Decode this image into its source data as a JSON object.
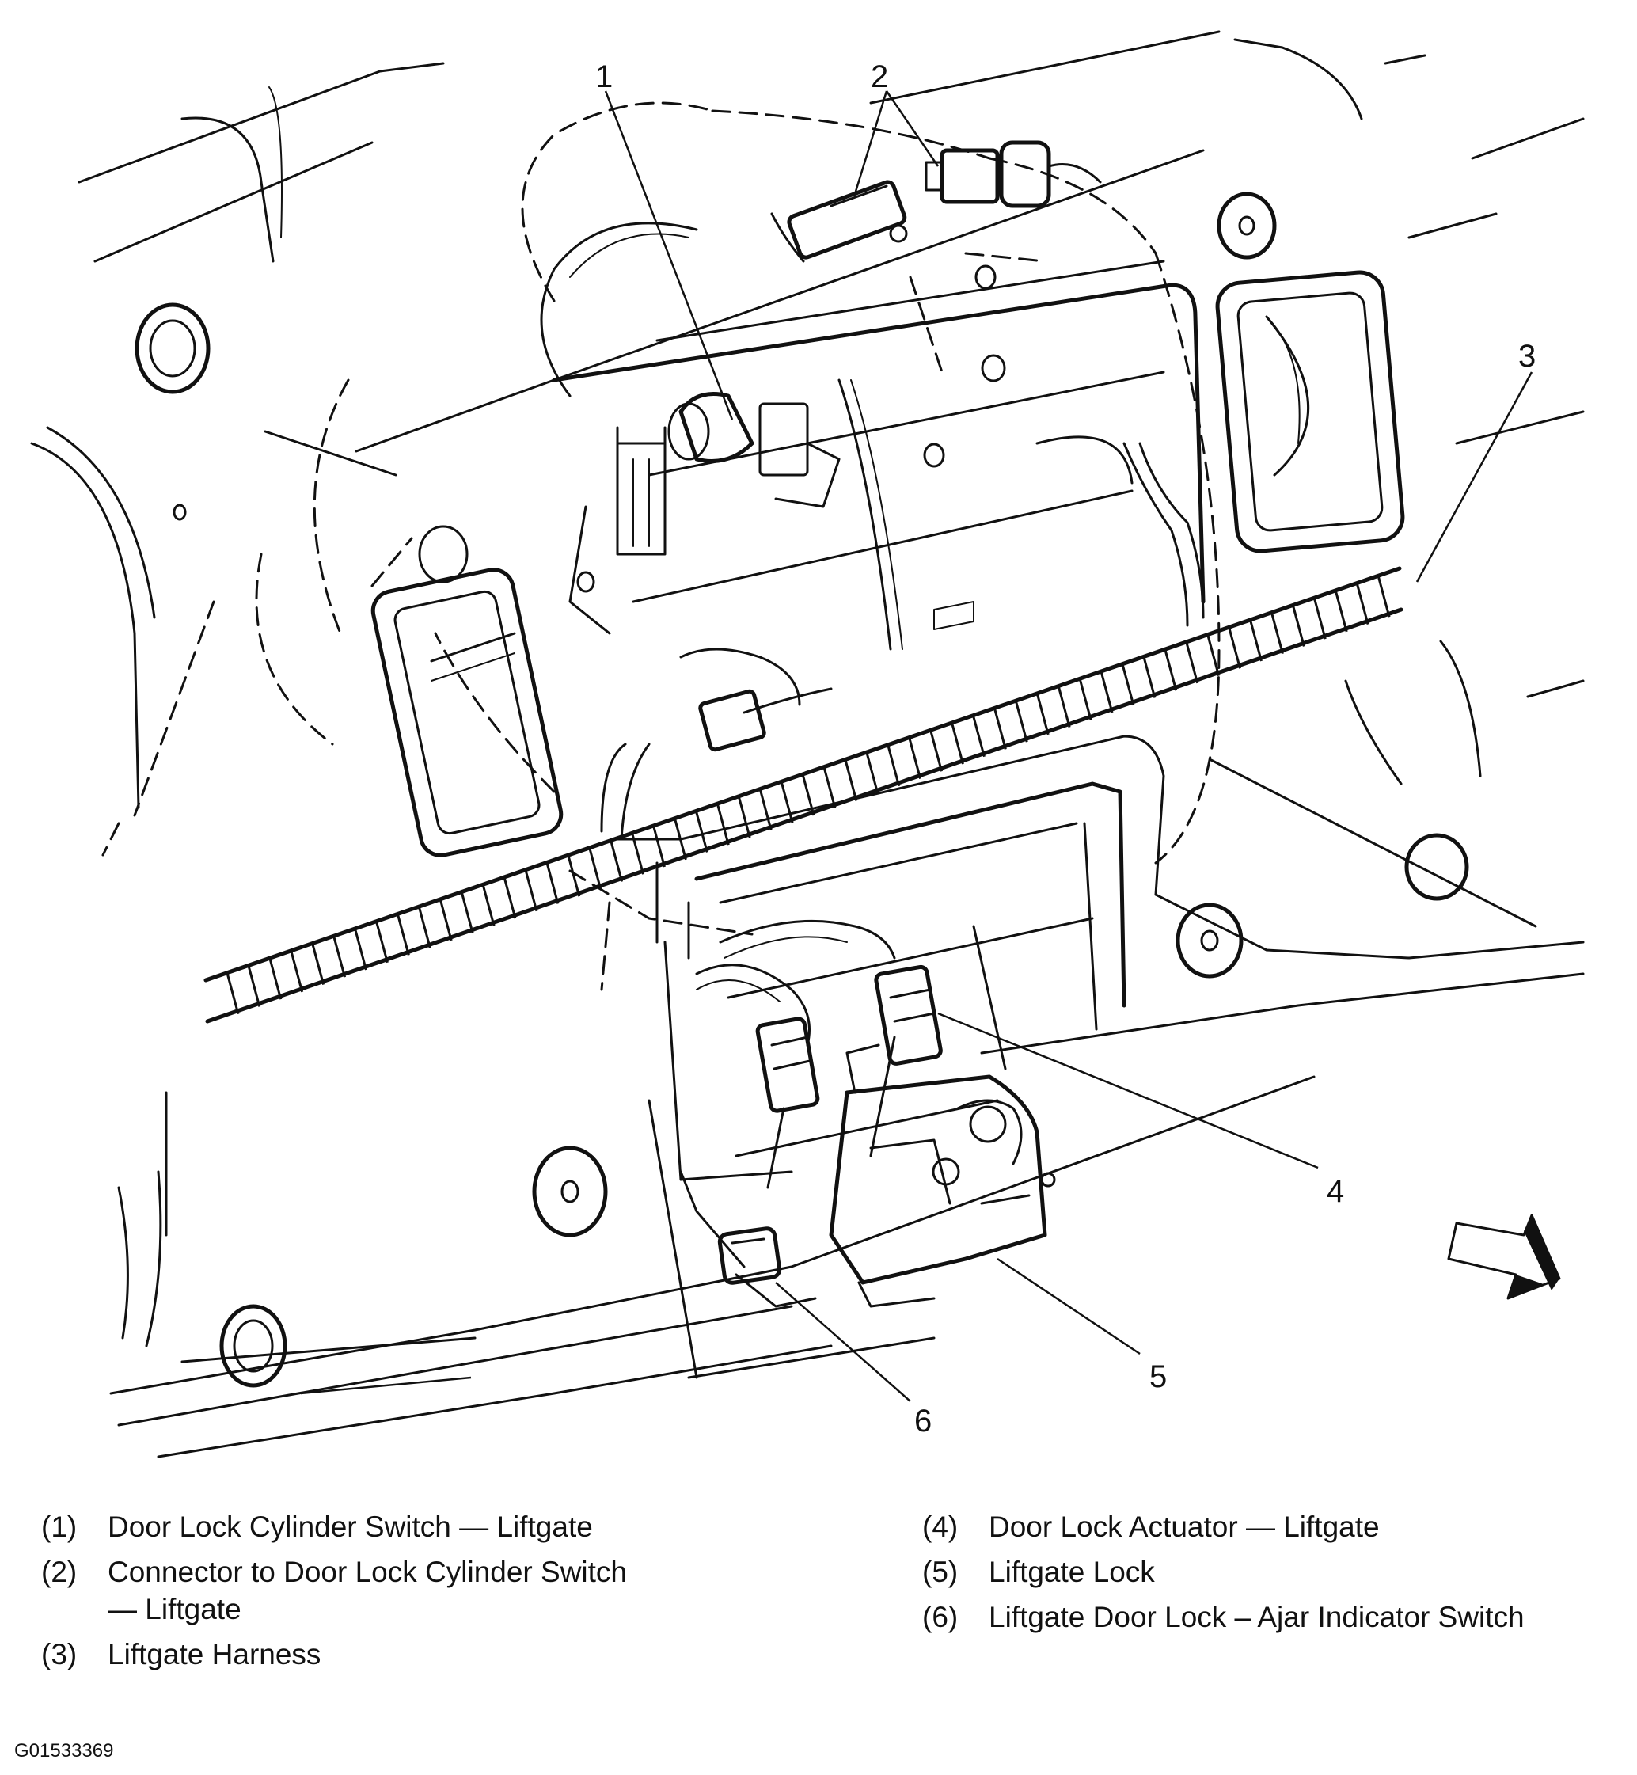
{
  "callouts": [
    "1",
    "2",
    "3",
    "4",
    "5",
    "6"
  ],
  "legend": [
    {
      "number": "(1)",
      "text": "Door Lock Cylinder Switch — Liftgate"
    },
    {
      "number": "(2)",
      "text": "Connector to Door Lock Cylinder Switch — Liftgate"
    },
    {
      "number": "(3)",
      "text": "Liftgate Harness"
    },
    {
      "number": "(4)",
      "text": "Door Lock Actuator — Liftgate"
    },
    {
      "number": "(5)",
      "text": "Liftgate Lock"
    },
    {
      "number": "(6)",
      "text": "Liftgate Door Lock – Ajar Indicator Switch"
    }
  ],
  "figure_id": "G01533369"
}
